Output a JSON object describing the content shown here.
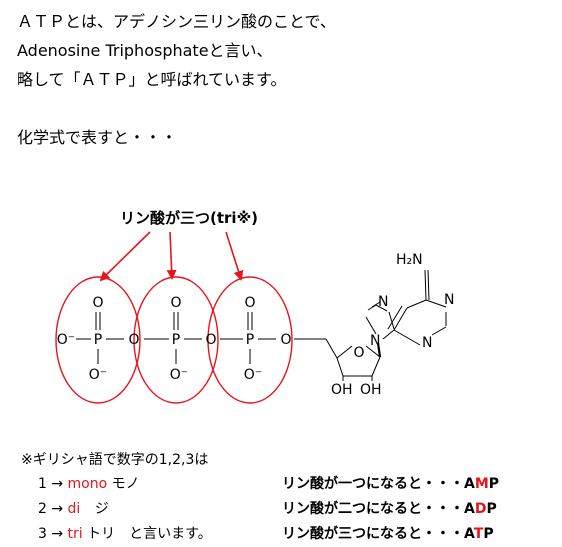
{
  "intro": {
    "line1": "ＡＴＰとは、アデノシン三リン酸のことで、",
    "line2": "Adenosine Triphosphateと言い、",
    "line3": "略して「ＡＴＰ」と呼ばれています。",
    "line4": "化学式で表すと・・・"
  },
  "diagram": {
    "caption": "リン酸が三つ(tri※)",
    "atoms": {
      "O": "O",
      "O_minus": "O⁻",
      "P": "P",
      "N": "N",
      "H2N": "H₂N",
      "OH": "OH"
    }
  },
  "notes": {
    "header": "※ギリシャ語で数字の1,2,3は",
    "rows": [
      {
        "num": "1 →",
        "prefix": "mono",
        "kana": "モノ",
        "desc": "リン酸が一つになると・・・",
        "abbr_a": "A",
        "abbr_mid": "M",
        "abbr_p": "P"
      },
      {
        "num": "2 →",
        "prefix": "di",
        "kana": "ジ",
        "desc": "リン酸が二つになると・・・",
        "abbr_a": "A",
        "abbr_mid": "D",
        "abbr_p": "P"
      },
      {
        "num": "3 →",
        "prefix": "tri",
        "kana": "トリ　と言います。",
        "desc": "リン酸が三つになると・・・",
        "abbr_a": "A",
        "abbr_mid": "T",
        "abbr_p": "P"
      }
    ]
  },
  "colors": {
    "accent": "#e8141c",
    "text": "#000000"
  }
}
